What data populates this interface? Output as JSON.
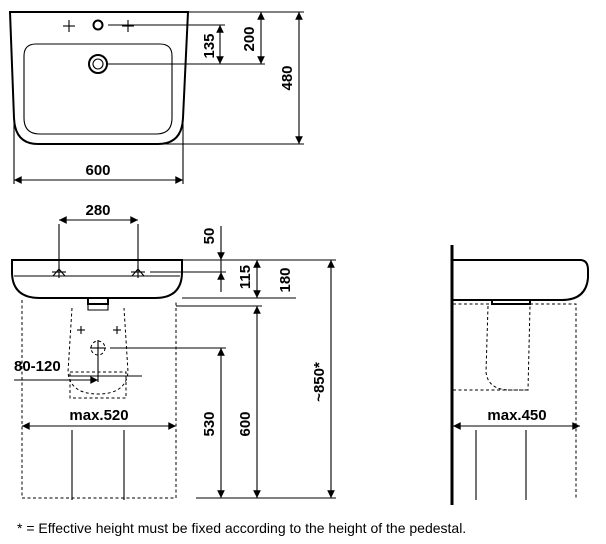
{
  "top_view": {
    "dim_width": "600",
    "dim_depth": "480",
    "dim_tap_hole": "200",
    "dim_drain": "135"
  },
  "front_view": {
    "dim_tap_spacing": "280",
    "dim_rim_offset": "50",
    "dim_rim_to_drain": "115",
    "dim_basin_height": "180",
    "dim_waste_offset": "80-120",
    "dim_pedestal_width": "max.520",
    "dim_waste_height": "530",
    "dim_pedestal_height": "600",
    "dim_total_height": "~850*"
  },
  "side_view": {
    "dim_pedestal_depth": "max.450"
  },
  "footnote": "* = Effective height must be fixed according to the height of the pedestal."
}
